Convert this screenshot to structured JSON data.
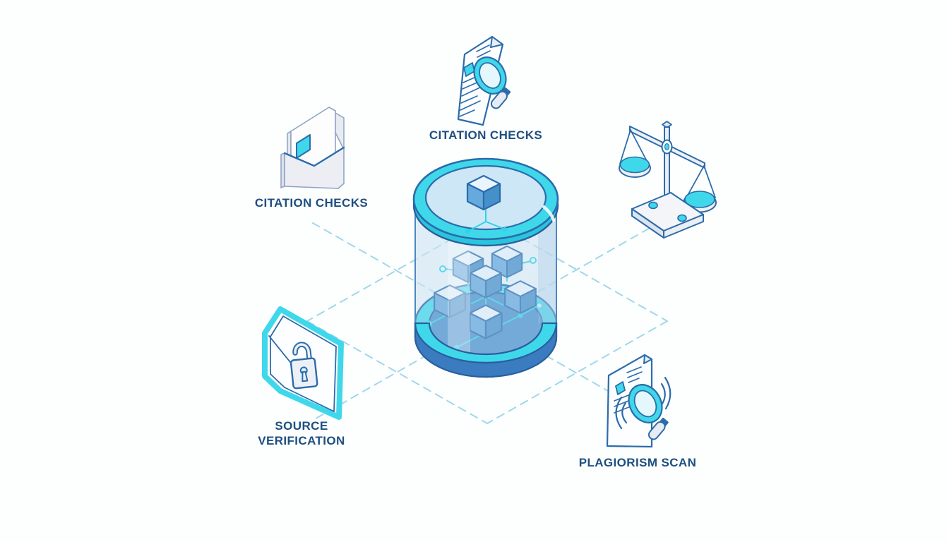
{
  "illustration": {
    "description": "isometric diagram of a glass cylinder data network surrounded by verification icons",
    "colors": {
      "accent_teal": "#3fd8ea",
      "outline_blue": "#2b6cab",
      "label_navy": "#1e4f80",
      "platform_blue": "#4a90cc",
      "base_side_blue": "#3b7cc0",
      "glass_blue": "#cde4f3",
      "network_teal": "#2fd2e6",
      "dashed_grid": "#a0d8ea",
      "light_gray": "#eceef4"
    }
  },
  "nodes": {
    "top_document": {
      "icon": "document-magnifier-icon",
      "label": "CITATION CHECKS"
    },
    "left_folder": {
      "icon": "folder-document-icon",
      "label": "CITATION CHECKS"
    },
    "right_scale": {
      "icon": "balance-scale-icon"
    },
    "bottom_left_lock": {
      "icon": "lock-panel-icon",
      "label_line1": "SOURCE",
      "label_line2": "VERIFICATION"
    },
    "bottom_right_scan": {
      "icon": "document-scan-magnifier-icon",
      "label": "PLAGIORISM SCAN"
    },
    "center": {
      "icon": "glass-cylinder-data-network"
    }
  }
}
